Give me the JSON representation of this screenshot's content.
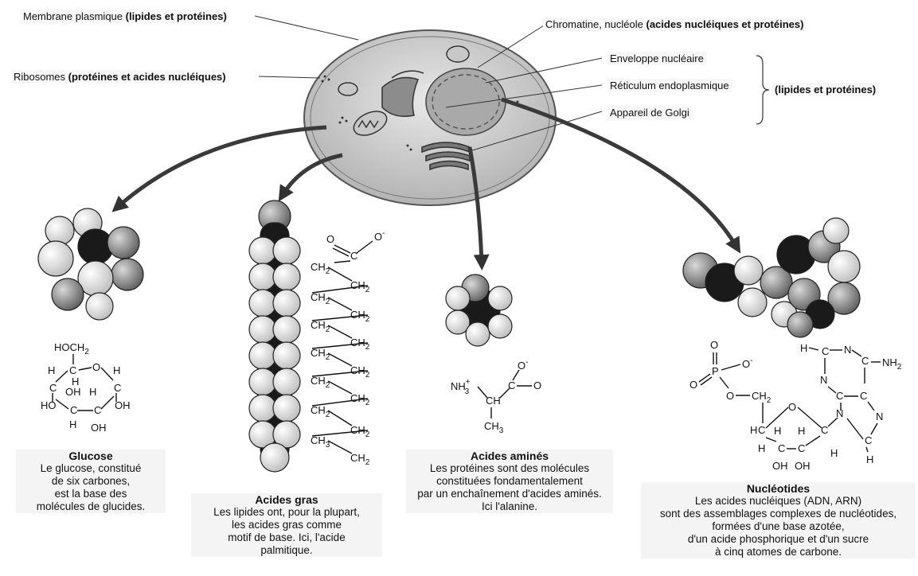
{
  "labels": {
    "membrane": {
      "name": "Membrane plasmique",
      "comp": "(lipides et protéines)"
    },
    "ribosomes": {
      "name": "Ribosomes",
      "comp": "(protéines et acides nucléiques)"
    },
    "chromatine": {
      "name": "Chromatine, nucléole",
      "comp": "(acides nucléiques et protéines)"
    },
    "enveloppe": "Enveloppe nucléaire",
    "reticulum": "Réticulum endoplasmique",
    "golgi": "Appareil de Golgi",
    "bracket_comp": "(lipides et protéines)"
  },
  "panels": {
    "glucose": {
      "title": "Glucose",
      "lines": [
        "Le glucose, constitué",
        "de six carbones,",
        "est la base des",
        "molécules de glucides."
      ]
    },
    "acides_gras": {
      "title": "Acides gras",
      "lines": [
        "Les lipides ont, pour la plupart,",
        "les acides gras comme",
        "motif de base. Ici, l'acide",
        "palmitique."
      ]
    },
    "acides_amines": {
      "title": "Acides aminés",
      "lines": [
        "Les protéines sont des molécules",
        "constituées fondamentalement",
        "par un enchaînement d'acides aminés.",
        "Ici l'alanine."
      ]
    },
    "nucleotides": {
      "title": "Nucléotides",
      "lines": [
        "Les acides nucléiques (ADN, ARN)",
        "sont des assemblages complexes de nucléotides,",
        "formées d'une base azotée,",
        "d'un acide phosphorique et d'un sucre",
        "à cinq atomes de carbone."
      ]
    }
  },
  "formulas": {
    "glucose": {
      "hoch2": "HOCH",
      "sub2": "2",
      "c": "C",
      "h": "H",
      "o": "O",
      "oh": "OH",
      "ho": "HO"
    },
    "fatty": {
      "o": "O",
      "ominus": "O",
      "minus": "-",
      "c": "C",
      "ch": "CH",
      "sub2": "2",
      "ch3": "CH",
      "sub3": "3"
    },
    "amino": {
      "nh": "NH",
      "plus": "+",
      "sub3": "3",
      "o": "O",
      "ominus": "O",
      "minus": "-",
      "c": "C",
      "ch": "CH",
      "ch3": "CH"
    },
    "nucleotide": {
      "o": "O",
      "p": "P",
      "ominus": "O",
      "minus": "-",
      "ch2": "CH",
      "sub2": "2",
      "c": "C",
      "h": "H",
      "n": "N",
      "nh2": "NH",
      "oh": "OH"
    }
  },
  "colors": {
    "arrow": "#3a3a3a",
    "cell_fill": "#cfcfcf",
    "nucleus": "#a9a9a9",
    "atom_light": "#e6e6e6",
    "atom_mid": "#8a8a8a",
    "atom_dark": "#1a1a1a"
  }
}
